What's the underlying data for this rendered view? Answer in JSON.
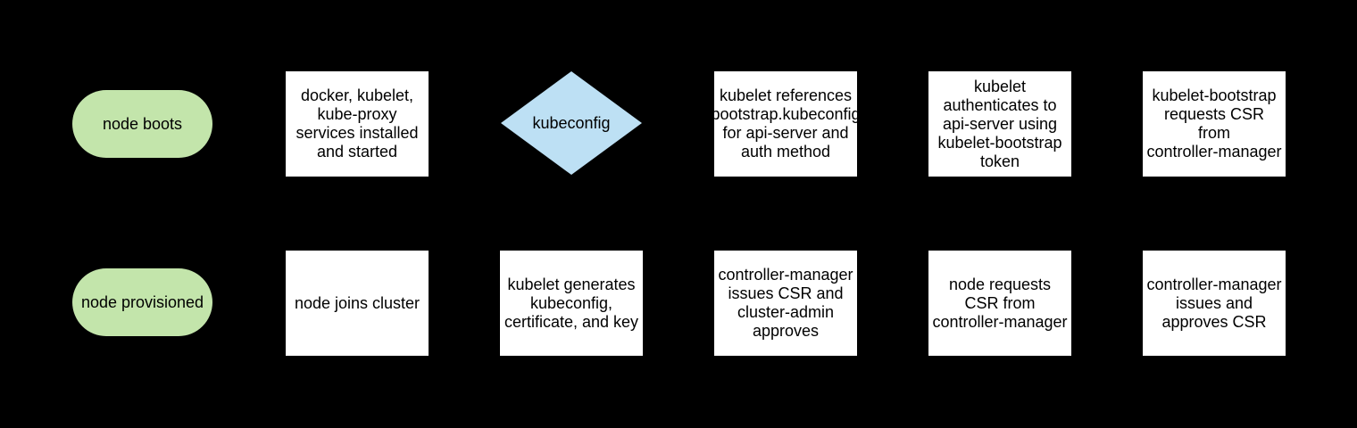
{
  "colors": {
    "background": "#000000",
    "terminal_fill": "#c3e5ab",
    "process_fill": "#ffffff",
    "decision_fill": "#bde0f4",
    "text": "#000000"
  },
  "flowchart": {
    "rows": [
      {
        "nodes": [
          {
            "type": "terminal",
            "label": "node boots"
          },
          {
            "type": "process",
            "label": "docker, kubelet,\nkube-proxy\nservices installed\nand started"
          },
          {
            "type": "decision",
            "label": "kubeconfig"
          },
          {
            "type": "process",
            "label": "kubelet references\nbootstrap.kubeconfig\nfor api-server and\nauth method"
          },
          {
            "type": "process",
            "label": "kubelet\nauthenticates to\napi-server using\nkubelet-bootstrap\ntoken"
          },
          {
            "type": "process",
            "label": "kubelet-bootstrap\nrequests CSR\nfrom\ncontroller-manager"
          }
        ]
      },
      {
        "nodes": [
          {
            "type": "terminal",
            "label": "node provisioned"
          },
          {
            "type": "process",
            "label": "node joins cluster"
          },
          {
            "type": "process",
            "label": "kubelet generates\nkubeconfig,\ncertificate, and key"
          },
          {
            "type": "process",
            "label": "controller-manager\nissues CSR and\ncluster-admin\napproves"
          },
          {
            "type": "process",
            "label": "node requests\nCSR from\ncontroller-manager"
          },
          {
            "type": "process",
            "label": "controller-manager\nissues and\napproves CSR"
          }
        ]
      }
    ]
  }
}
